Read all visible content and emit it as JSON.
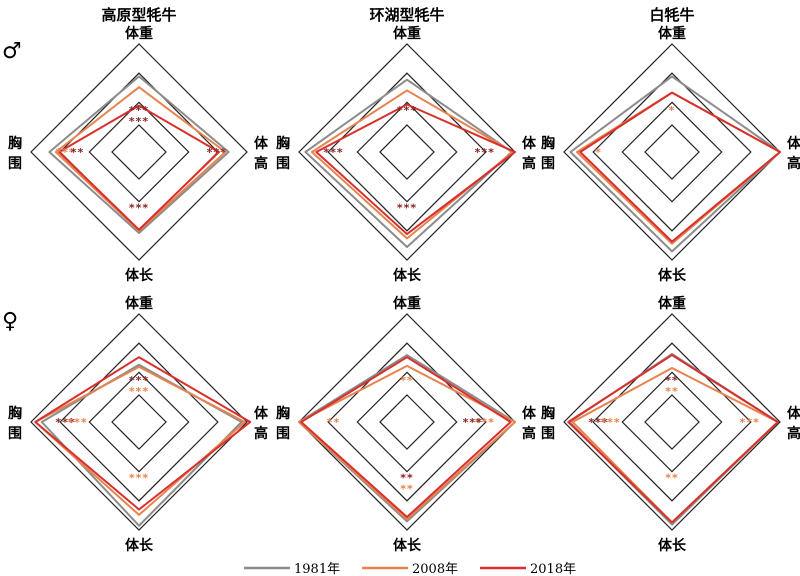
{
  "colors": {
    "1981": "#8c8c8c",
    "2008": "#e6834e",
    "2018": "#d8302c",
    "star_dark": "#8b2424",
    "star_light": "#e6834e"
  },
  "column_titles": [
    "高原型牦牛",
    "环湖型牦牛",
    "白牦牛"
  ],
  "row_symbols": [
    "♂",
    "♀"
  ],
  "axis_labels": {
    "top": "体重",
    "right": "体高",
    "bottom": "体长",
    "left": "胸围"
  },
  "legend": [
    {
      "label": "1981年",
      "color_key": "1981"
    },
    {
      "label": "2008年",
      "color_key": "2008"
    },
    {
      "label": "2018年",
      "color_key": "2018"
    }
  ],
  "chart_data": {
    "type": "radar",
    "axes": [
      "体重",
      "体高",
      "体长",
      "胸围"
    ],
    "panels": [
      {
        "column": "高原型牦牛",
        "sex": "♂",
        "series": [
          {
            "name": "1981年",
            "values": [
              0.7,
              0.83,
              0.75,
              0.83
            ]
          },
          {
            "name": "2008年",
            "values": [
              0.6,
              0.8,
              0.73,
              0.77
            ]
          },
          {
            "name": "2018年",
            "values": [
              0.43,
              0.74,
              0.72,
              0.74
            ]
          }
        ],
        "stars": [
          {
            "axis": "top",
            "text": "***",
            "color_key": "star_dark"
          },
          {
            "axis": "top",
            "text": "***",
            "color_key": "star_dark",
            "row": 1
          },
          {
            "axis": "left",
            "text": "***",
            "color_key": "star_light"
          },
          {
            "axis": "left",
            "text": "**",
            "color_key": "star_dark",
            "row": 1
          },
          {
            "axis": "right",
            "text": "***",
            "color_key": "star_dark"
          },
          {
            "axis": "bottom",
            "text": "***",
            "color_key": "star_dark"
          }
        ]
      },
      {
        "column": "环湖型牦牛",
        "sex": "♂",
        "series": [
          {
            "name": "1981年",
            "values": [
              0.67,
              0.97,
              0.88,
              0.94
            ]
          },
          {
            "name": "2008年",
            "values": [
              0.57,
              0.98,
              0.8,
              0.88
            ]
          },
          {
            "name": "2018年",
            "values": [
              0.44,
              1.0,
              0.76,
              0.84
            ]
          }
        ],
        "stars": [
          {
            "axis": "top",
            "text": "***",
            "color_key": "star_dark"
          },
          {
            "axis": "left",
            "text": "***",
            "color_key": "star_dark"
          },
          {
            "axis": "right",
            "text": "***",
            "color_key": "star_dark"
          },
          {
            "axis": "bottom",
            "text": "***",
            "color_key": "star_dark"
          }
        ]
      },
      {
        "column": "白牦牛",
        "sex": "♂",
        "series": [
          {
            "name": "1981年",
            "values": [
              0.7,
              1.0,
              0.92,
              0.94
            ]
          },
          {
            "name": "2008年",
            "values": [
              0.55,
              1.0,
              0.85,
              0.88
            ]
          },
          {
            "name": "2018年",
            "values": [
              0.55,
              1.0,
              0.83,
              0.85
            ]
          }
        ],
        "stars": [
          {
            "axis": "top",
            "text": "*",
            "color_key": "star_light"
          },
          {
            "axis": "left",
            "text": "*",
            "color_key": "star_light"
          }
        ]
      },
      {
        "column": "高原型牦牛",
        "sex": "♀",
        "series": [
          {
            "name": "1981年",
            "values": [
              0.53,
              0.95,
              0.96,
              0.9
            ]
          },
          {
            "name": "2008年",
            "values": [
              0.51,
              0.98,
              0.86,
              0.96
            ]
          },
          {
            "name": "2018年",
            "values": [
              0.6,
              1.03,
              0.81,
              0.96
            ]
          }
        ],
        "stars": [
          {
            "axis": "top",
            "text": "***",
            "color_key": "star_dark"
          },
          {
            "axis": "top",
            "text": "***",
            "color_key": "star_light",
            "row": 1
          },
          {
            "axis": "left",
            "text": "***",
            "color_key": "star_dark"
          },
          {
            "axis": "left",
            "text": "***",
            "color_key": "star_light",
            "row": 1
          },
          {
            "axis": "bottom",
            "text": "***",
            "color_key": "star_light"
          }
        ]
      },
      {
        "column": "环湖型牦牛",
        "sex": "♀",
        "series": [
          {
            "name": "1981年",
            "values": [
              0.62,
              1.0,
              0.92,
              1.0
            ]
          },
          {
            "name": "2008年",
            "values": [
              0.52,
              1.0,
              0.9,
              1.0
            ]
          },
          {
            "name": "2018年",
            "values": [
              0.6,
              0.96,
              0.88,
              0.98
            ]
          }
        ],
        "stars": [
          {
            "axis": "top",
            "text": "**",
            "color_key": "star_light"
          },
          {
            "axis": "left",
            "text": "**",
            "color_key": "star_light"
          },
          {
            "axis": "right",
            "text": "***",
            "color_key": "star_light"
          },
          {
            "axis": "right",
            "text": "***",
            "color_key": "star_dark",
            "row": 1
          },
          {
            "axis": "bottom",
            "text": "**",
            "color_key": "star_dark"
          },
          {
            "axis": "bottom",
            "text": "**",
            "color_key": "star_light",
            "row": 1
          }
        ]
      },
      {
        "column": "白牦牛",
        "sex": "♀",
        "series": [
          {
            "name": "1981年",
            "values": [
              0.63,
              0.98,
              0.95,
              0.95
            ]
          },
          {
            "name": "2008年",
            "values": [
              0.5,
              0.98,
              0.93,
              0.92
            ]
          },
          {
            "name": "2018年",
            "values": [
              0.62,
              0.98,
              0.93,
              0.96
            ]
          }
        ],
        "stars": [
          {
            "axis": "top",
            "text": "**",
            "color_key": "star_dark"
          },
          {
            "axis": "top",
            "text": "**",
            "color_key": "star_light",
            "row": 1
          },
          {
            "axis": "left",
            "text": "***",
            "color_key": "star_dark"
          },
          {
            "axis": "left",
            "text": "***",
            "color_key": "star_light",
            "row": 1
          },
          {
            "axis": "right",
            "text": "***",
            "color_key": "star_light"
          },
          {
            "axis": "bottom",
            "text": "**",
            "color_key": "star_light"
          }
        ]
      }
    ]
  }
}
